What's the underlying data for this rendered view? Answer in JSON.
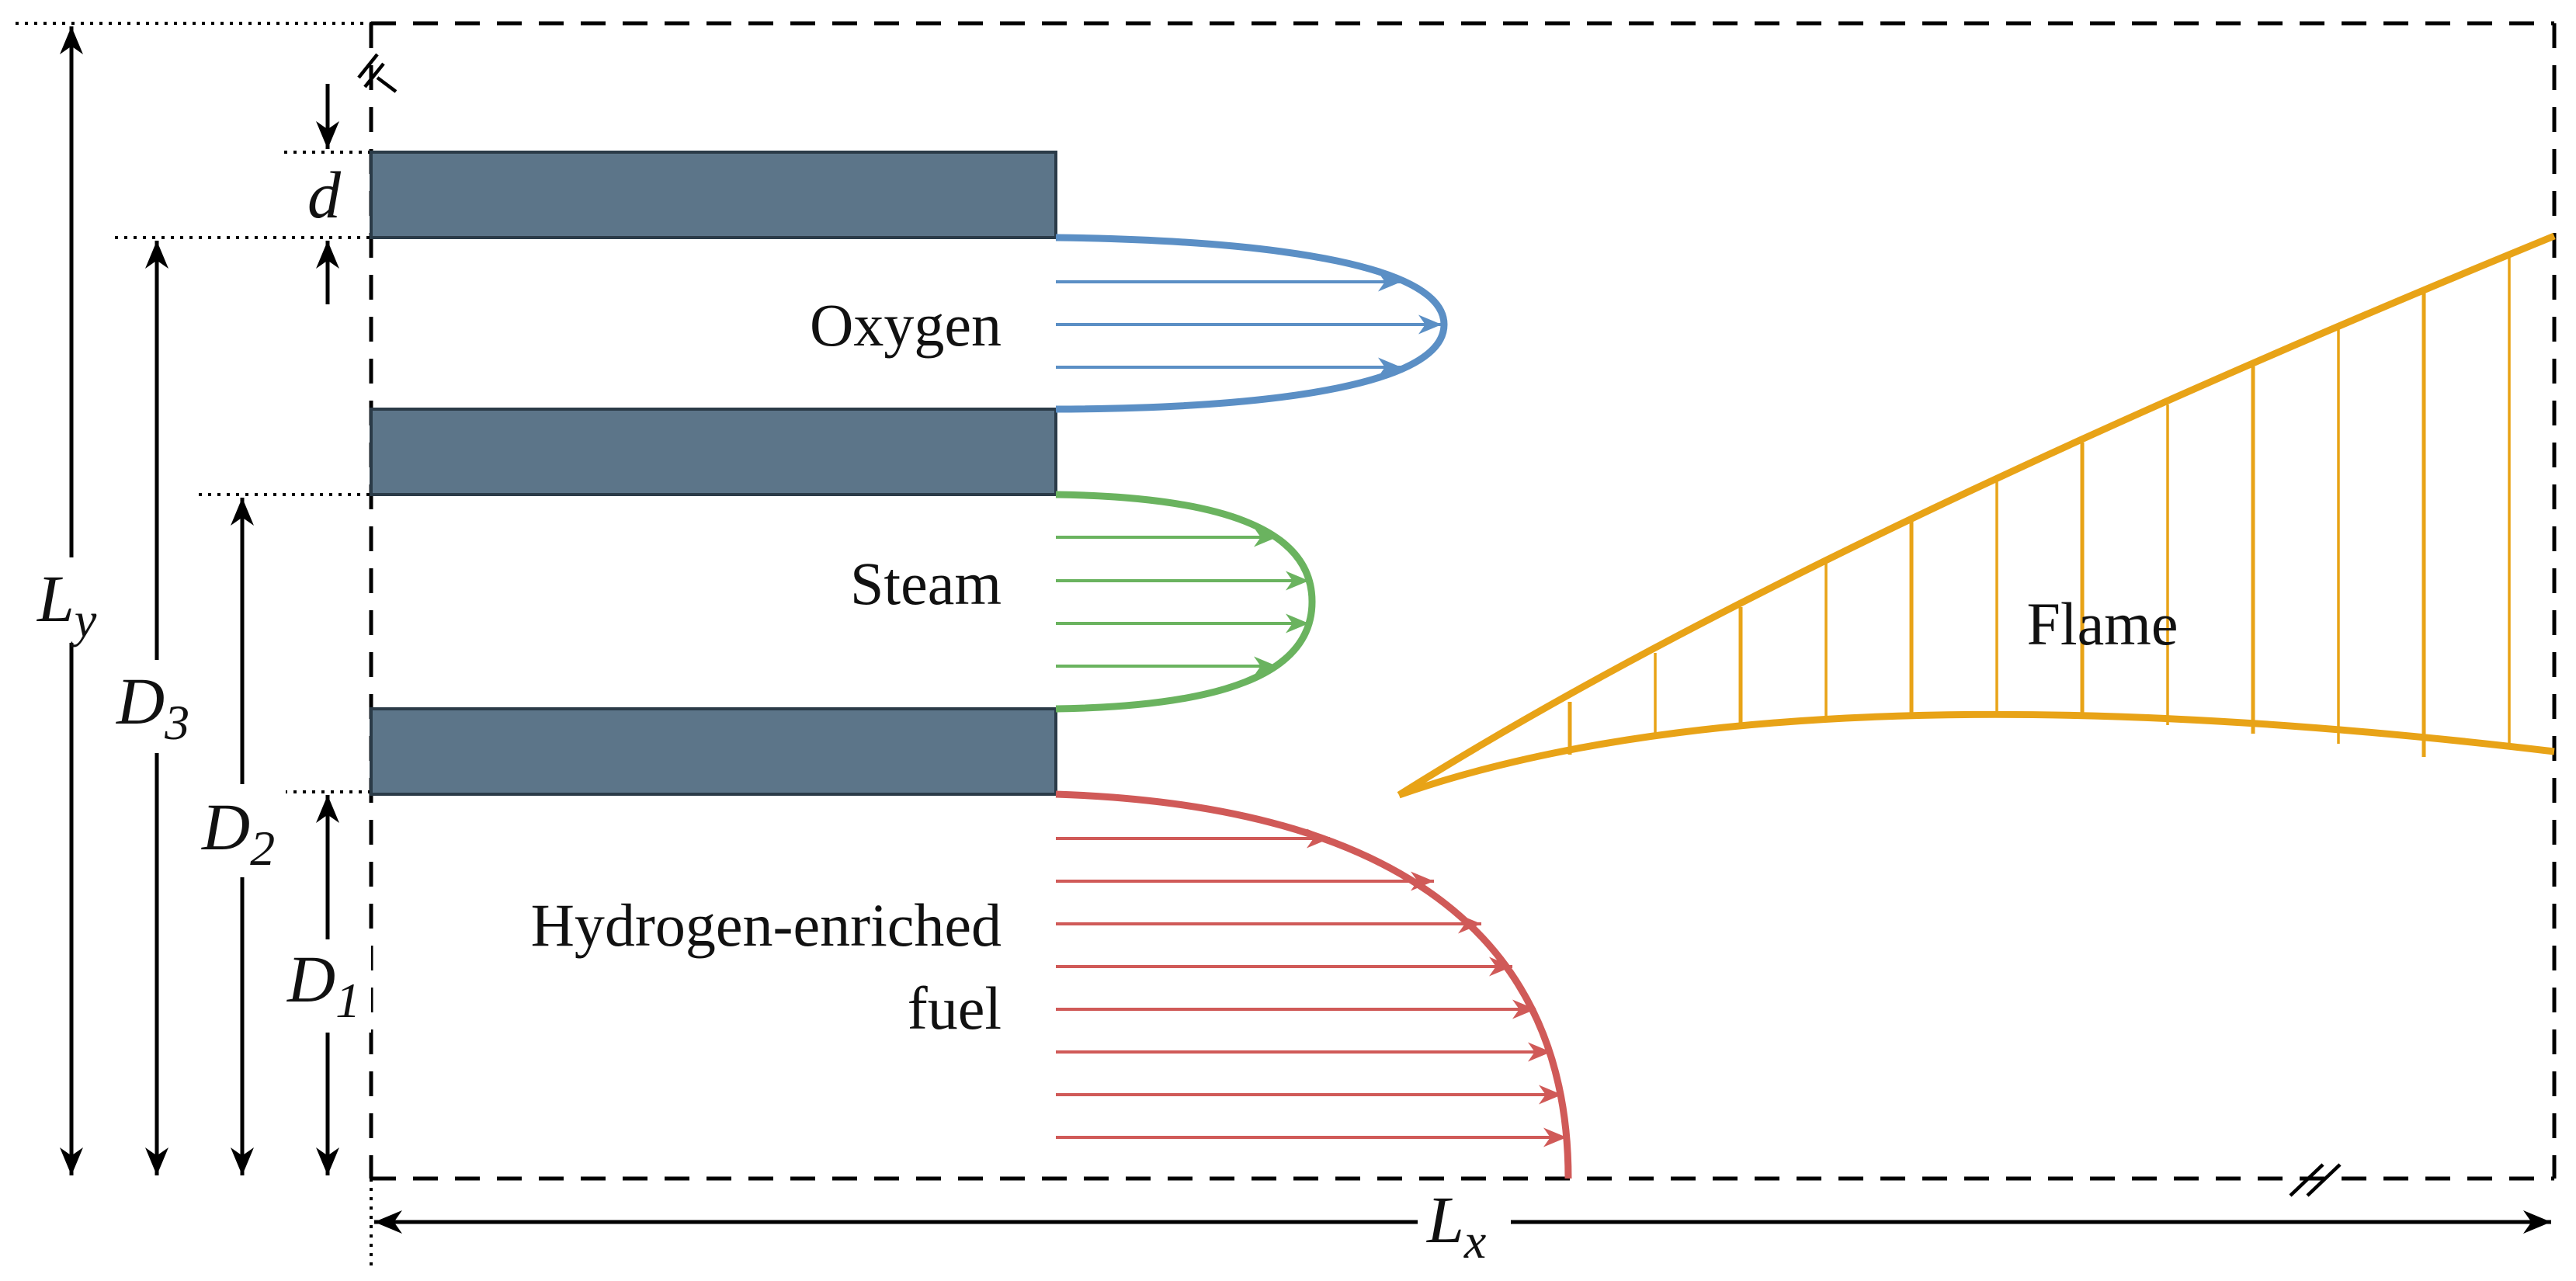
{
  "labels": {
    "oxygen": "Oxygen",
    "steam": "Steam",
    "fuel_line1": "Hydrogen-enriched",
    "fuel_line2": "fuel",
    "flame": "Flame"
  },
  "dimensions": {
    "d": "d",
    "Ly_main": "L",
    "Ly_sub": "y",
    "D3_main": "D",
    "D3_sub": "3",
    "D2_main": "D",
    "D2_sub": "2",
    "D1_main": "D",
    "D1_sub": "1",
    "Lx_main": "L",
    "Lx_sub": "x"
  },
  "colors": {
    "wall": "#5c7589",
    "wall_edge": "#2b3b48",
    "oxygen": "#5b8fc5",
    "steam": "#6ab35f",
    "fuel": "#d05a58",
    "flame": "#e8a317",
    "dim": "#000000"
  },
  "icons": {
    "axis_break": "double-slash-break-icon",
    "arrowhead": "arrowhead-icon"
  }
}
